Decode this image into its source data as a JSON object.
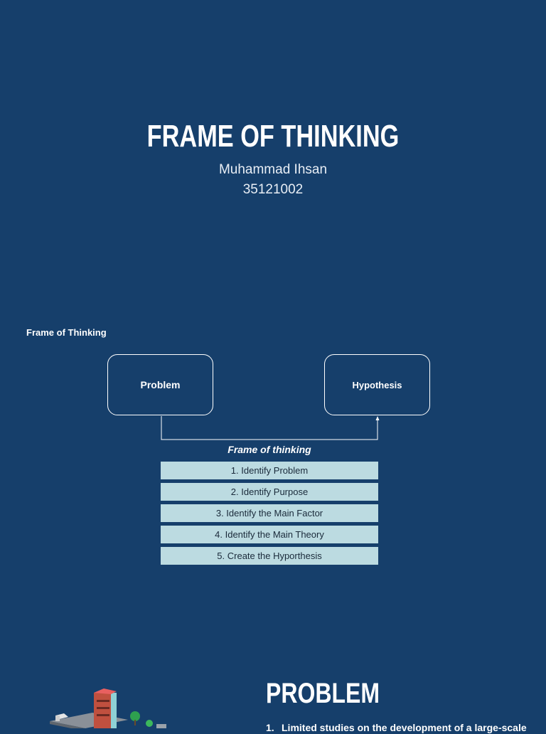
{
  "title": "FRAME OF THINKING",
  "author": "Muhammad Ihsan",
  "student_id": "35121002",
  "diagram": {
    "section_label": "Frame of Thinking",
    "left_box": "Problem",
    "right_box": "Hypothesis",
    "caption": "Frame of thinking",
    "steps": [
      "1. Identify Problem",
      "2. Identify Purpose",
      "3. Identify the Main Factor",
      "4. Identify the Main Theory",
      "5. Create the Hyporthesis"
    ]
  },
  "problem_section": {
    "heading": "PROBLEM",
    "items": [
      {
        "number": "1.",
        "text": "Limited studies on the development of a large-scale"
      }
    ]
  },
  "colors": {
    "background": "#163f6b",
    "step_fill": "#bcdbe1",
    "text": "#ffffff"
  }
}
